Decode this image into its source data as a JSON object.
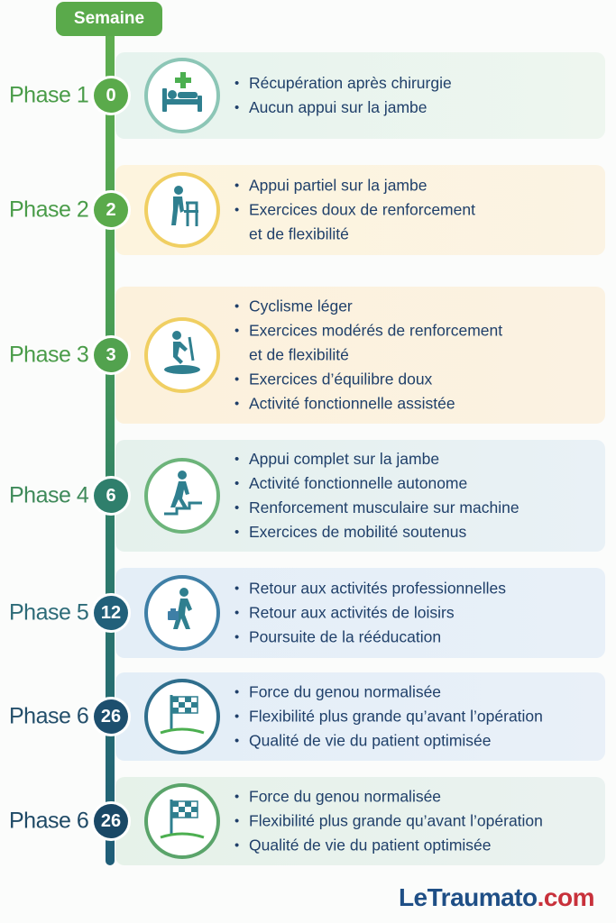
{
  "header": {
    "label": "Semaine"
  },
  "colors": {
    "green": "#5aaa4b",
    "teal": "#2f7f6c",
    "navy": "#1f4f72",
    "text": "#20406a"
  },
  "phases": [
    {
      "label": "Phase 1",
      "week": "0",
      "icon": "hospital-bed-icon",
      "items": [
        "Récupération après chirurgie",
        "Aucun appui sur la jambe"
      ]
    },
    {
      "label": "Phase 2",
      "week": "2",
      "icon": "walker-icon",
      "items": [
        "Appui partiel sur la jambe",
        "Exercices doux de renforcement",
        "et de flexibilité"
      ]
    },
    {
      "label": "Phase 3",
      "week": "3",
      "icon": "exercise-bike-icon",
      "items": [
        "Cyclisme léger",
        "Exercices modérés de renforcement",
        "et de flexibilité",
        "Exercices d’équilibre doux",
        "Activité fonctionnelle assistée"
      ]
    },
    {
      "label": "Phase 4",
      "week": "6",
      "icon": "stairs-climbing-icon",
      "items": [
        "Appui complet sur la jambe",
        "Activité fonctionnelle autonome",
        "Renforcement musculaire sur machine",
        "Exercices de mobilité soutenus"
      ]
    },
    {
      "label": "Phase 5",
      "week": "12",
      "icon": "walking-briefcase-icon",
      "items": [
        "Retour aux activités professionnelles",
        "Retour aux activités de loisirs",
        "Poursuite de la rééducation"
      ]
    },
    {
      "label": "Phase 6",
      "week": "26",
      "icon": "checkered-flag-icon",
      "items": [
        "Force du genou normalisée",
        "Flexibilité plus grande qu’avant l’opération",
        "Qualité de vie du patient optimisée"
      ]
    },
    {
      "label": "Phase 6",
      "week": "26",
      "icon": "checkered-flag-icon",
      "items": [
        "Force du genou normalisée",
        "Flexibilité plus grande qu’avant l’opération",
        "Qualité de vie du patient optimisée"
      ]
    }
  ],
  "brand": {
    "part1": "LeTraumato",
    "part2": ".com"
  }
}
